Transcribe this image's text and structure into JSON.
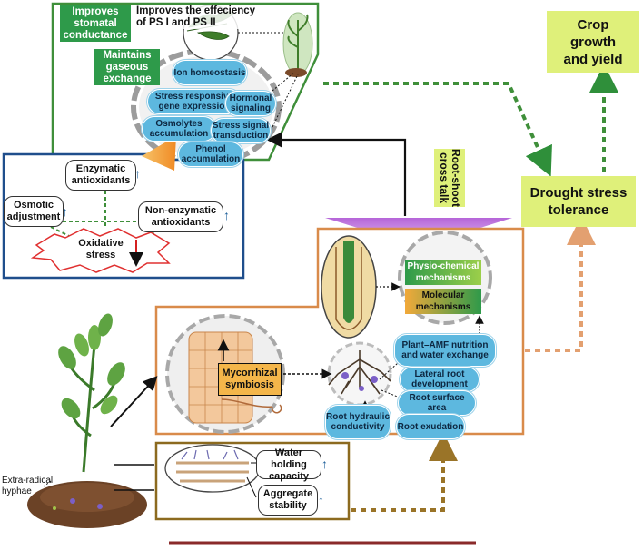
{
  "top_panel": {
    "improves_stomatal": "Improves stomatal conductance",
    "improves_efficiency": "Improves the effeciency of PS I and PS II",
    "maintains_gaseous": "Maintains gaseous exchange"
  },
  "pills_top": {
    "ion": "Ion homeostasis",
    "stress_gene": "Stress responsive gene expression",
    "hormonal": "Hormonal signaling",
    "osmolytes": "Osmolytes accumulation",
    "stress_signal": "Stress signal transduction",
    "phenol": "Phenol accumulation"
  },
  "antioxidant_panel": {
    "enzymatic": "Enzymatic antioxidants",
    "osmotic": "Osmotic adjustment",
    "nonenzymatic": "Non-enzymatic antioxidants",
    "oxidative": "Oxidative stress"
  },
  "crop": "Crop growth and yield",
  "drought": "Drought stress tolerance",
  "root_shoot": "Root-shoot cross talk",
  "mech": {
    "physio": "Physio-chemical mechanisms",
    "molecular": "Molecular mechanisms"
  },
  "mycorrhizal": "Mycorrhizal symbiosis",
  "pills_root": {
    "plant_amf": "Plant–AMF nutrition and water exchange",
    "lateral": "Lateral root development",
    "surface": "Root surface area",
    "hydraulic": "Root hydraulic conductivity",
    "exudation": "Root exudation"
  },
  "soil_panel": {
    "water_holding": "Water holding capacity",
    "aggregate": "Aggregate stability"
  },
  "extra_radical": "Extra-radical hyphae",
  "colors": {
    "green_border": "#3f8f3a",
    "blue_border": "#1f4e8c",
    "orange_border": "#d98b4a",
    "brown_border": "#8c6a1f",
    "pill_blue": "#5db8df",
    "yellow_box": "#dff07a"
  }
}
